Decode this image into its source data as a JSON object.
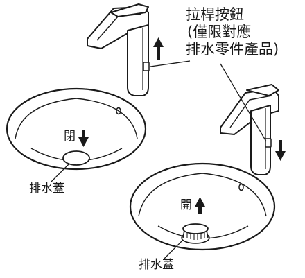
{
  "callout": {
    "line1": "拉桿按鈕",
    "line2": "(僅限對應",
    "line3": "排水零件產品)"
  },
  "sink_left": {
    "state_label": "閉",
    "drain_label": "排水蓋"
  },
  "sink_right": {
    "state_label": "開",
    "drain_label": "排水蓋"
  },
  "colors": {
    "ink": "#1a1a1a",
    "paper": "#ffffff"
  }
}
